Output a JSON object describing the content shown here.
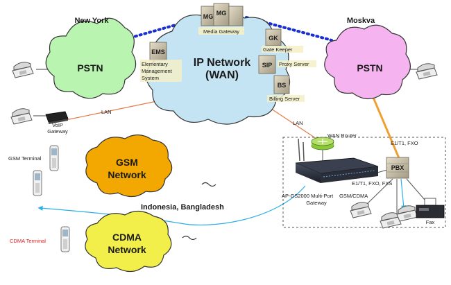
{
  "regions": {
    "new_york": "New York",
    "moskva": "Moskva",
    "indonesia": "Indonesia, Bangladesh"
  },
  "clouds": {
    "pstn_left": "PSTN",
    "pstn_right": "PSTN",
    "ip_network_line1": "IP Network",
    "ip_network_line2": "(WAN)",
    "gsm_line1": "GSM",
    "gsm_line2": "Network",
    "cdma_line1": "CDMA",
    "cdma_line2": "Network"
  },
  "servers": {
    "mg": "MG",
    "media_gateway": "Media Gateway",
    "ems": "EMS",
    "ems_desc_1": "Elementary",
    "ems_desc_2": "Management",
    "ems_desc_3": "System",
    "gk": "GK",
    "gate_keeper": "Gate Keeper",
    "sip": "SIP",
    "proxy_server": "Proxy Server",
    "bs": "BS",
    "billing_server": "Billing Server"
  },
  "labels": {
    "lan_left": "LAN",
    "lan_right": "LAN",
    "voip_gateway_1": "VoIP",
    "voip_gateway_2": "Gateway",
    "wan_router": "WAN Router",
    "e1t1_fxo_top": "E1/T1, FXO",
    "pbx": "PBX",
    "e1t1_fxo_fxs": "E1/T1, FXO, FXS",
    "ap_gs2000": "AP-GS2000 Multi-Port",
    "gateway": "Gateway",
    "gsm_cdma": "GSM/CDMA",
    "fax": "Fax",
    "gsm_terminal": "GSM Terminal",
    "cdma_terminal": "CDMA Terminal"
  },
  "colors": {
    "pstn_green": "#b9f4b0",
    "pstn_pink": "#f5b4ef",
    "ip_cloud": "#c4e4f4",
    "gsm_orange": "#f2a800",
    "cdma_yellow": "#f2ee4a",
    "dotted_blue": "#1a2fd0",
    "lan_line": "#e07a4a",
    "orange_link": "#f0a030",
    "cyan_link": "#2aaee8",
    "cdma_red": "#e02020"
  }
}
